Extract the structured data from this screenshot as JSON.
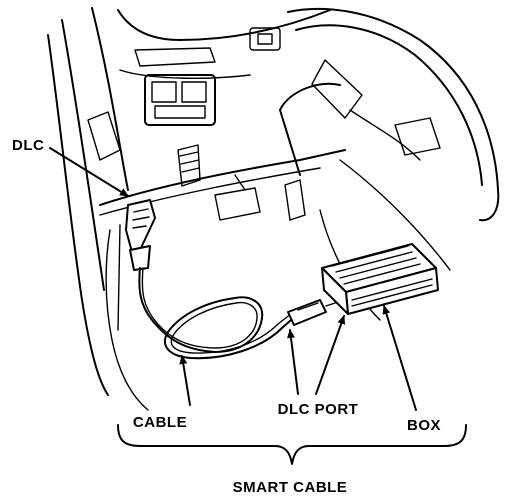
{
  "labels": {
    "dlc": "DLC",
    "cable": "CABLE",
    "dlc_port": "DLC PORT",
    "box": "BOX",
    "smart_cable": "SMART CABLE"
  }
}
